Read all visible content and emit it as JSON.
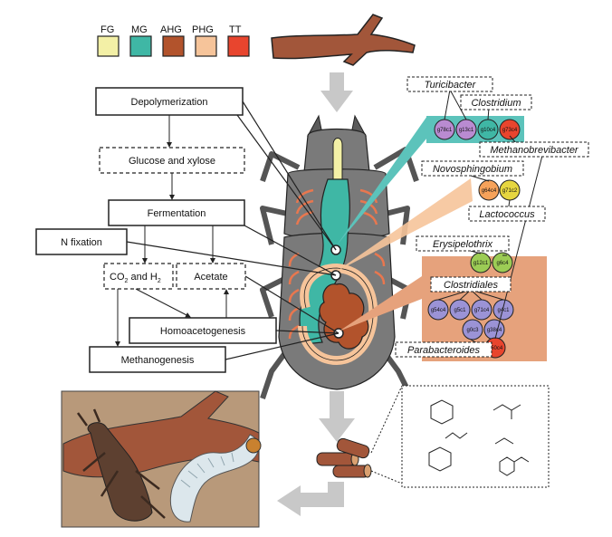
{
  "legend": [
    {
      "label": "FG",
      "color": "#f3f0a6"
    },
    {
      "label": "MG",
      "color": "#3fb7a5"
    },
    {
      "label": "AHG",
      "color": "#b2532c"
    },
    {
      "label": "PHG",
      "color": "#f6c49a"
    },
    {
      "label": "TT",
      "color": "#e8452e"
    }
  ],
  "pathway": {
    "depolymerization": "Depolymerization",
    "glucose_xylose": "Glucose and xylose",
    "fermentation": "Fermentation",
    "n_fixation": "N fixation",
    "co2": "CO",
    "co2_sub": "2",
    "and_h": " and H",
    "h2_sub": "2",
    "acetate": "Acetate",
    "homoacetogenesis": "Homoacetogenesis",
    "methanogenesis": "Methanogenesis"
  },
  "taxa": {
    "turicibacter": "Turicibacter",
    "clostridium": "Clostridium",
    "methanobrevibacter": "Methanobrevibacter",
    "novosphingobium": "Novosphingobium",
    "lactococcus": "Lactococcus",
    "erysipelothrix": "Erysipelothrix",
    "clostridiales": "Clostridiales",
    "parabacteroides": "Parabacteroides"
  },
  "nodes": {
    "g78c1": "g78c1",
    "g13c1": "g13c1",
    "g10c4": "g10c4",
    "g73c4": "g73c4",
    "g64c4": "g64c4",
    "g71c2": "g71c2",
    "g12c1": "g12c1",
    "g6c4": "g6c4",
    "g54c4": "g54c4",
    "g5c1": "g5c1",
    "g71c4": "g71c4",
    "g4c1": "g4c1",
    "g0c3": "g0c3",
    "g38c4": "g38c4",
    "g50c4": "g50c4"
  },
  "colors": {
    "wood": "#a2563a",
    "gut_mg": "#3fb7a5",
    "gut_ahg": "#b2532c",
    "gut_phg": "#f6c49a",
    "teal_panel": "#5cc3bb",
    "orange_panel": "#e6a27c",
    "arrow_gray": "#c8c8c8"
  }
}
